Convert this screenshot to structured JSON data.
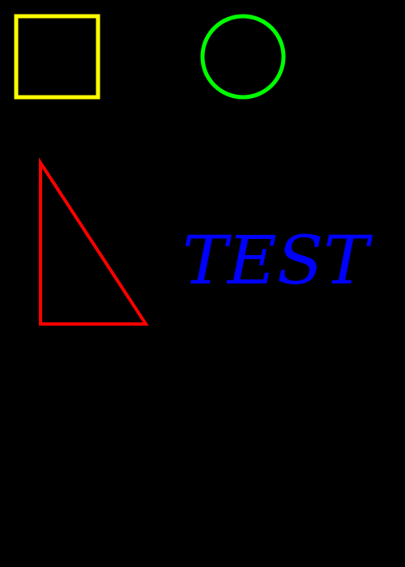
{
  "canvas": {
    "background": "#000000"
  },
  "shapes": {
    "square": {
      "kind": "square",
      "color": "#ffff00"
    },
    "circle": {
      "kind": "circle",
      "color": "#00ff00"
    },
    "triangle": {
      "kind": "right-triangle",
      "color": "#ff0000"
    }
  },
  "text": {
    "label": "TEST",
    "color": "#0000ff"
  }
}
